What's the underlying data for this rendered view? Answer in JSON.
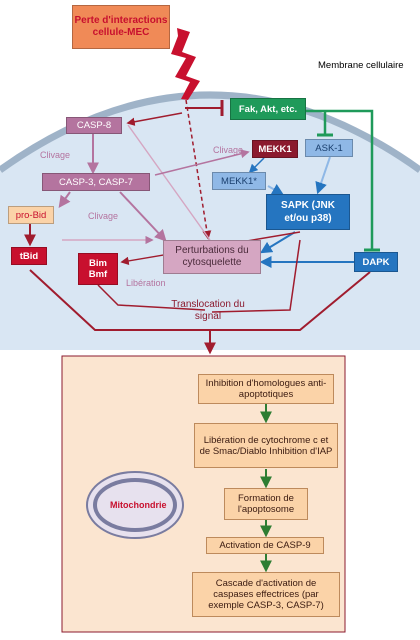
{
  "texts": {
    "perte": "Perte d'interactions cellule-MEC",
    "membrane": "Membrane cellulaire",
    "fak": "Fak, Akt, etc.",
    "casp8": "CASP-8",
    "clivage1": "Clivage",
    "casp37": "CASP-3, CASP-7",
    "clivage2": "Clivage",
    "clivage3": "Clivage",
    "probid": "pro-Bid",
    "tbid": "tBid",
    "mekk1": "MEKK1",
    "ask1": "ASK-1",
    "mekk1star": "MEKK1*",
    "sapk": "SAPK (JNK et/ou p38)",
    "perturb": "Perturbations du cytosquelette",
    "bim": "Bim Bmf",
    "liberation": "Libération",
    "dapk": "DAPK",
    "transloc": "Translocation du signal",
    "step1": "Inhibition d'homologues anti-apoptotiques",
    "step2": "Libération de cytochrome c et de Smac/Diablo Inhibition d'IAP",
    "step3": "Formation de l'apoptosome",
    "step4": "Activation de CASP-9",
    "step5": "Cascade d'activation de caspases effectrices (par exemple CASP-3, CASP-7)",
    "mito": "Mitochondrie"
  },
  "colors": {
    "orange": "#f08a57",
    "red": "#c8102e",
    "purple": "#b4749f",
    "purpleLight": "#d5a6c2",
    "green": "#1f9a5a",
    "blue": "#2575c0",
    "blueLight": "#8fb8e6",
    "cytoplasm": "#d9e6f3",
    "peach": "#fbe5d0",
    "peachBox": "#fbd3a8",
    "darkred": "#8b1a2e"
  }
}
